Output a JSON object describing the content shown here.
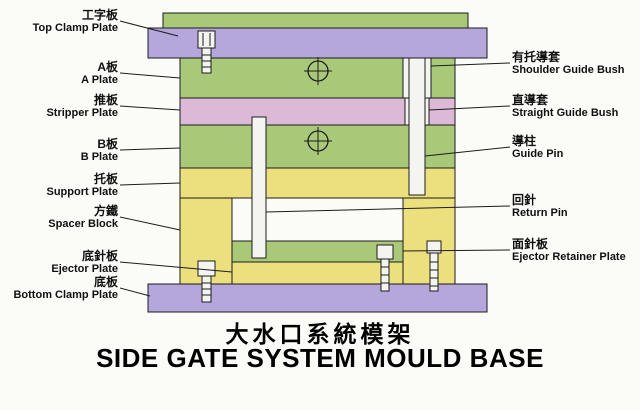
{
  "title": {
    "chinese": "大水口系統模架",
    "english": "SIDE GATE SYSTEM MOULD BASE"
  },
  "labels_left": [
    {
      "cn": "工字板",
      "en": "Top Clamp Plate"
    },
    {
      "cn": "A板",
      "en": "A Plate"
    },
    {
      "cn": "推板",
      "en": "Stripper Plate"
    },
    {
      "cn": "B板",
      "en": "B Plate"
    },
    {
      "cn": "托板",
      "en": "Support Plate"
    },
    {
      "cn": "方鐵",
      "en": "Spacer Block"
    },
    {
      "cn": "底針板",
      "en": "Ejector Plate"
    },
    {
      "cn": "底板",
      "en": "Bottom Clamp Plate"
    }
  ],
  "labels_right": [
    {
      "cn": "有托導套",
      "en": "Shoulder Guide Bush"
    },
    {
      "cn": "直導套",
      "en": "Straight Guide Bush"
    },
    {
      "cn": "導柱",
      "en": "Guide Pin"
    },
    {
      "cn": "回針",
      "en": "Return Pin"
    },
    {
      "cn": "面針板",
      "en": "Ejector Retainer Plate"
    }
  ],
  "colors": {
    "plate_purple": "#b5a6db",
    "plate_green": "#a9c878",
    "plate_pink": "#ddb9d8",
    "plate_yellow": "#ecdf7e",
    "pin_white": "#f4f4f0",
    "outline": "#1c1c1c"
  }
}
